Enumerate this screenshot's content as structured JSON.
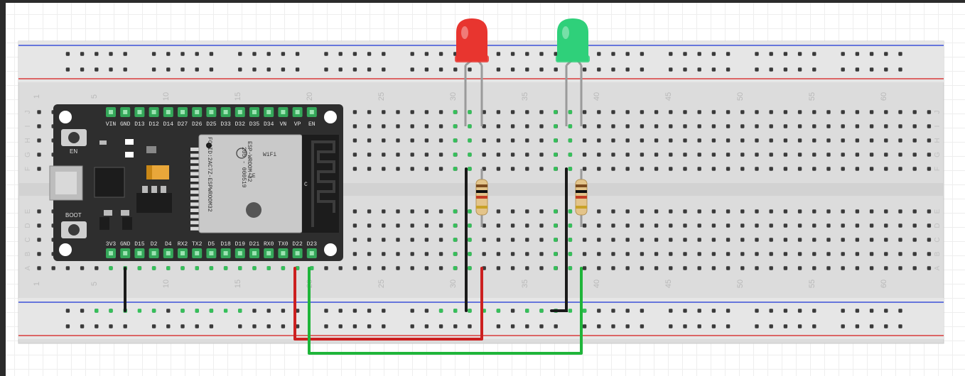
{
  "breadboard": {
    "column_numbers": [
      "1",
      "5",
      "10",
      "15",
      "20",
      "25",
      "30",
      "35",
      "40",
      "45",
      "50",
      "55",
      "60"
    ],
    "row_letters_top": [
      "J",
      "I",
      "H",
      "G",
      "F"
    ],
    "row_letters_bottom": [
      "E",
      "D",
      "C",
      "B",
      "A"
    ]
  },
  "esp32": {
    "top_pins": [
      "VIN",
      "GND",
      "D13",
      "D12",
      "D14",
      "D27",
      "D26",
      "D25",
      "D33",
      "D32",
      "D35",
      "D34",
      "VN",
      "VP",
      "EN"
    ],
    "bottom_pins": [
      "3V3",
      "GND",
      "D15",
      "D2",
      "D4",
      "RX2",
      "TX2",
      "D5",
      "D18",
      "D19",
      "D21",
      "RX0",
      "TX0",
      "D22",
      "D23"
    ],
    "button_en": "EN",
    "button_boot": "BOOT",
    "module_name": "ESP-WROOM-32",
    "module_code_1": "FCCID:2AC7Z-ESPWROOM32",
    "module_code_2": "205 - 000519",
    "wifi_label": "WiFi",
    "ce_label": "CE",
    "antenna_label": "C"
  },
  "components": {
    "led_1": {
      "color": "#e8352f"
    },
    "led_2": {
      "color": "#2fd07a"
    }
  },
  "wire_colors": {
    "black": "#1a1a1a",
    "red": "#cc2020",
    "green": "#1fb53a"
  }
}
